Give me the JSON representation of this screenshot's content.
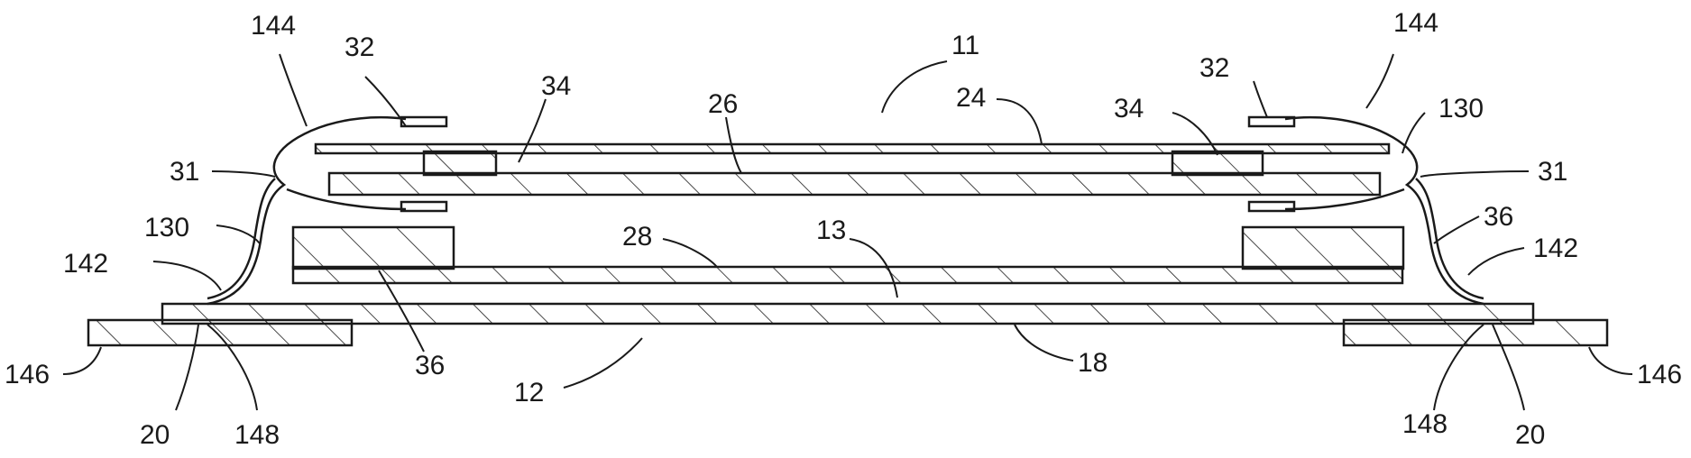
{
  "figure": {
    "labels": {
      "l11": "11",
      "l12": "12",
      "l13": "13",
      "l18": "18",
      "l24": "24",
      "l26": "26",
      "l28": "28",
      "l34_left": "34",
      "l34_right": "34",
      "l32_left": "32",
      "l32_right": "32",
      "l31_left": "31",
      "l31_right": "31",
      "l36_left": "36",
      "l36_right": "36",
      "l130_left": "130",
      "l130_right": "130",
      "l142_left": "142",
      "l142_right": "142",
      "l144_left": "144",
      "l144_right": "144",
      "l146_left": "146",
      "l146_right": "146",
      "l148_left": "148",
      "l148_right": "148",
      "l20_left": "20",
      "l20_right": "20"
    }
  }
}
